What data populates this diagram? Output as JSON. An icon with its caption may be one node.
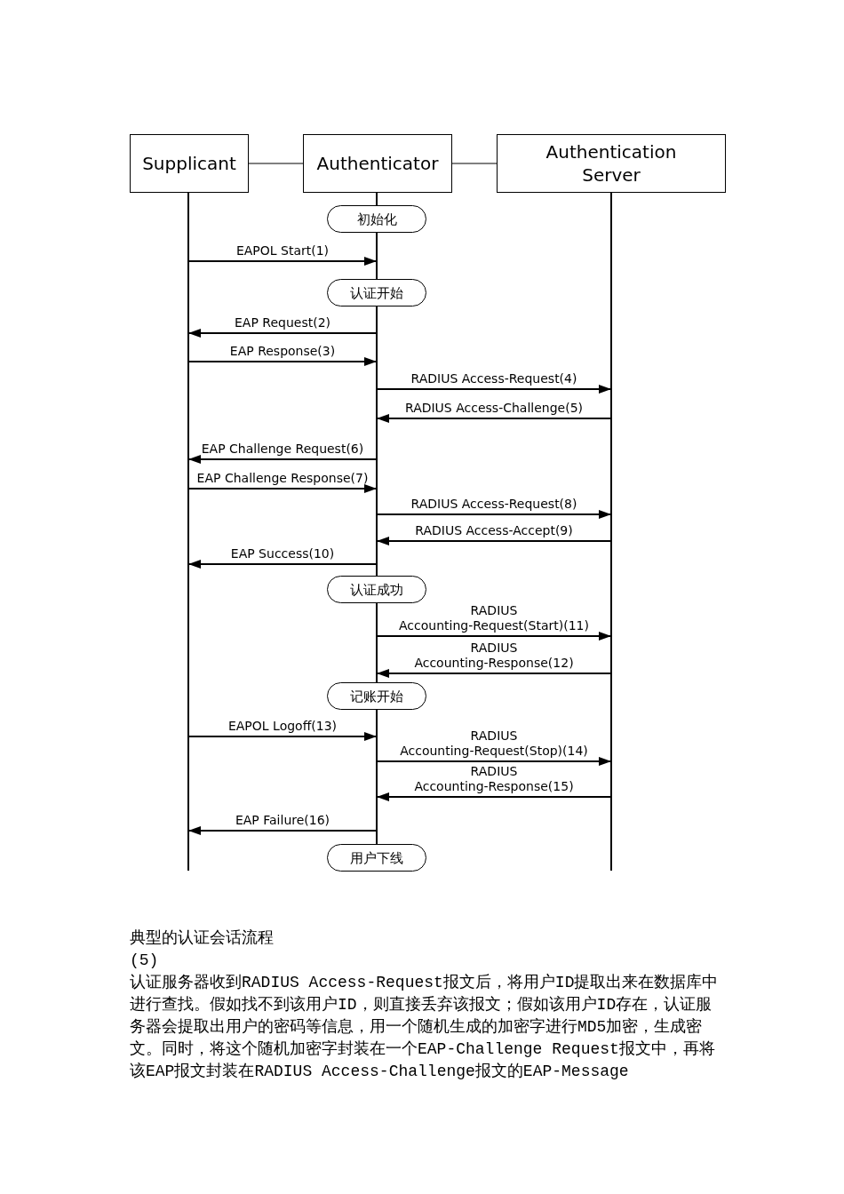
{
  "diagram": {
    "caption": "典型的认证会话流程",
    "nodes": [
      {
        "text": [
          "Supplicant"
        ]
      },
      {
        "text": [
          "Authenticator"
        ]
      },
      {
        "text": [
          "Authentication Server"
        ]
      },
      {
        "text": [],
        "shape": "line"
      },
      {
        "text": [],
        "shape": "line"
      },
      {
        "text": [
          "初始化"
        ]
      },
      {
        "text": [],
        "shape": "line"
      },
      {
        "text": [
          "认证开始"
        ]
      },
      {
        "text": [],
        "shape": "line"
      },
      {
        "text": [
          "认证成功"
        ]
      },
      {
        "text": [],
        "shape": "line"
      },
      {
        "text": [
          "记账开始"
        ]
      },
      {
        "text": [],
        "shape": "line"
      },
      {
        "text": [
          "用户下线"
        ]
      },
      {
        "text": [],
        "shape": "line"
      }
    ],
    "edges": [
      {
        "from": 0,
        "to": 1,
        "arrow": "none"
      },
      {
        "from": 1,
        "to": 2,
        "arrow": "none"
      },
      {
        "from": 3,
        "to": 6,
        "arrow": "to",
        "label": "EAPOL Start(1)"
      },
      {
        "from": 8,
        "to": 3,
        "arrow": "to",
        "label": "EAP Request(2)"
      },
      {
        "from": 3,
        "to": 8,
        "arrow": "to",
        "label": "EAP Response(3)"
      },
      {
        "from": 8,
        "to": 14,
        "arrow": "to",
        "label": "RADIUS Access-Request(4)"
      },
      {
        "from": 14,
        "to": 8,
        "arrow": "to",
        "label": "RADIUS Access-Challenge(5)"
      },
      {
        "from": 8,
        "to": 3,
        "arrow": "to",
        "label": "EAP Challenge Request(6)"
      },
      {
        "from": 3,
        "to": 8,
        "arrow": "to",
        "label": "EAP Challenge Response(7)"
      },
      {
        "from": 8,
        "to": 14,
        "arrow": "to",
        "label": "RADIUS Access-Request(8)"
      },
      {
        "from": 14,
        "to": 8,
        "arrow": "to",
        "label": "RADIUS Access-Accept(9)"
      },
      {
        "from": 8,
        "to": 3,
        "arrow": "to",
        "label": "EAP Success(10)"
      },
      {
        "from": 10,
        "to": 14,
        "arrow": "to",
        "label": "RADIUS Accounting-Request(Start)(11)"
      },
      {
        "from": 14,
        "to": 10,
        "arrow": "to",
        "label": "RADIUS Accounting-Response(12)"
      },
      {
        "from": 3,
        "to": 12,
        "arrow": "to",
        "label": "EAPOL Logoff(13)"
      },
      {
        "from": 12,
        "to": 14,
        "arrow": "to",
        "label": "RADIUS Accounting-Request(Stop)(14)"
      },
      {
        "from": 14,
        "to": 12,
        "arrow": "to",
        "label": "RADIUS Accounting-Response(15)"
      },
      {
        "from": 12,
        "to": 3,
        "arrow": "to",
        "label": "EAP Failure(16)"
      }
    ],
    "labels": [
      "(5)",
      "认证服务器收到RADIUS Access-Request报文后，将用户ID提取出来在数据库中进行查找。假如找不到该用户ID，则直接丢弃该报文；假如该用户ID存在，认证服务器会提取出用户的密码等信息，用一个随机生成的加密字进行MD5加密，生成密文。同时，将这个随机加密字封装在一个EAP-Challenge Request报文中，再将该EAP报文封装在RADIUS Access-Challenge报文的EAP-Message"
    ]
  }
}
